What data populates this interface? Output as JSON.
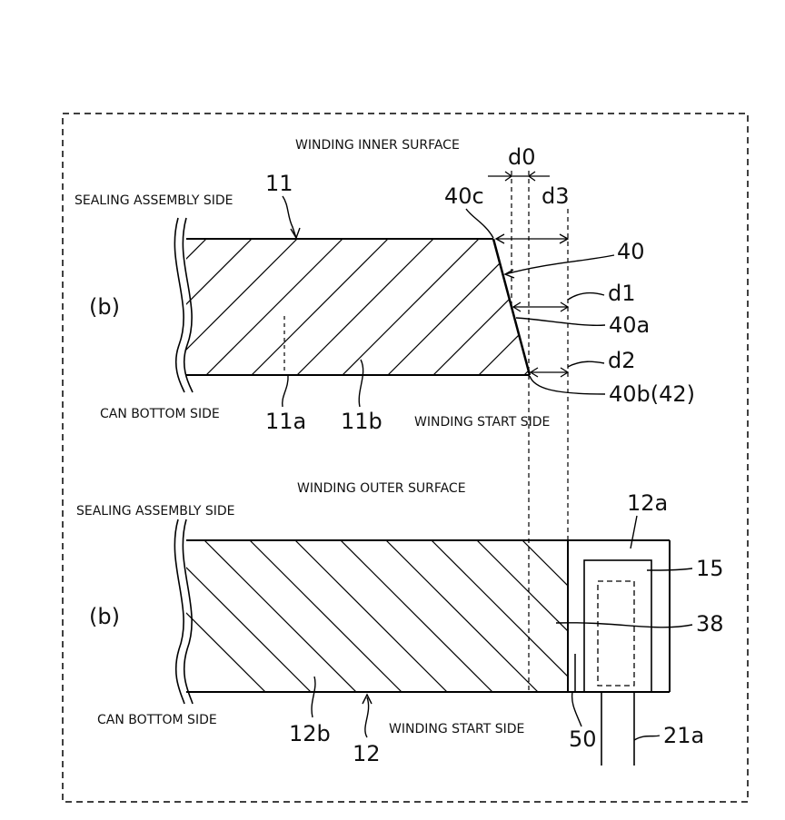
{
  "figure": {
    "upper": {
      "panel_label": "(b)",
      "top_side": "WINDING INNER SURFACE",
      "left_top": "SEALING ASSEMBLY SIDE",
      "left_bottom": "CAN BOTTOM SIDE",
      "right_bottom": "WINDING START SIDE",
      "refs": {
        "r11": "11",
        "r11a": "11a",
        "r11b": "11b",
        "r40": "40",
        "r40a": "40a",
        "r40b": "40b(42)",
        "r40c": "40c",
        "d0": "d0",
        "d1": "d1",
        "d2": "d2",
        "d3": "d3"
      }
    },
    "lower": {
      "panel_label": "(b)",
      "top_side": "WINDING OUTER SURFACE",
      "left_top": "SEALING ASSEMBLY SIDE",
      "left_bottom": "CAN BOTTOM SIDE",
      "bottom_side": "WINDING  START  SIDE",
      "refs": {
        "r12": "12",
        "r12a": "12a",
        "r12b": "12b",
        "r15": "15",
        "r38": "38",
        "r50": "50",
        "r21a": "21a"
      }
    }
  }
}
